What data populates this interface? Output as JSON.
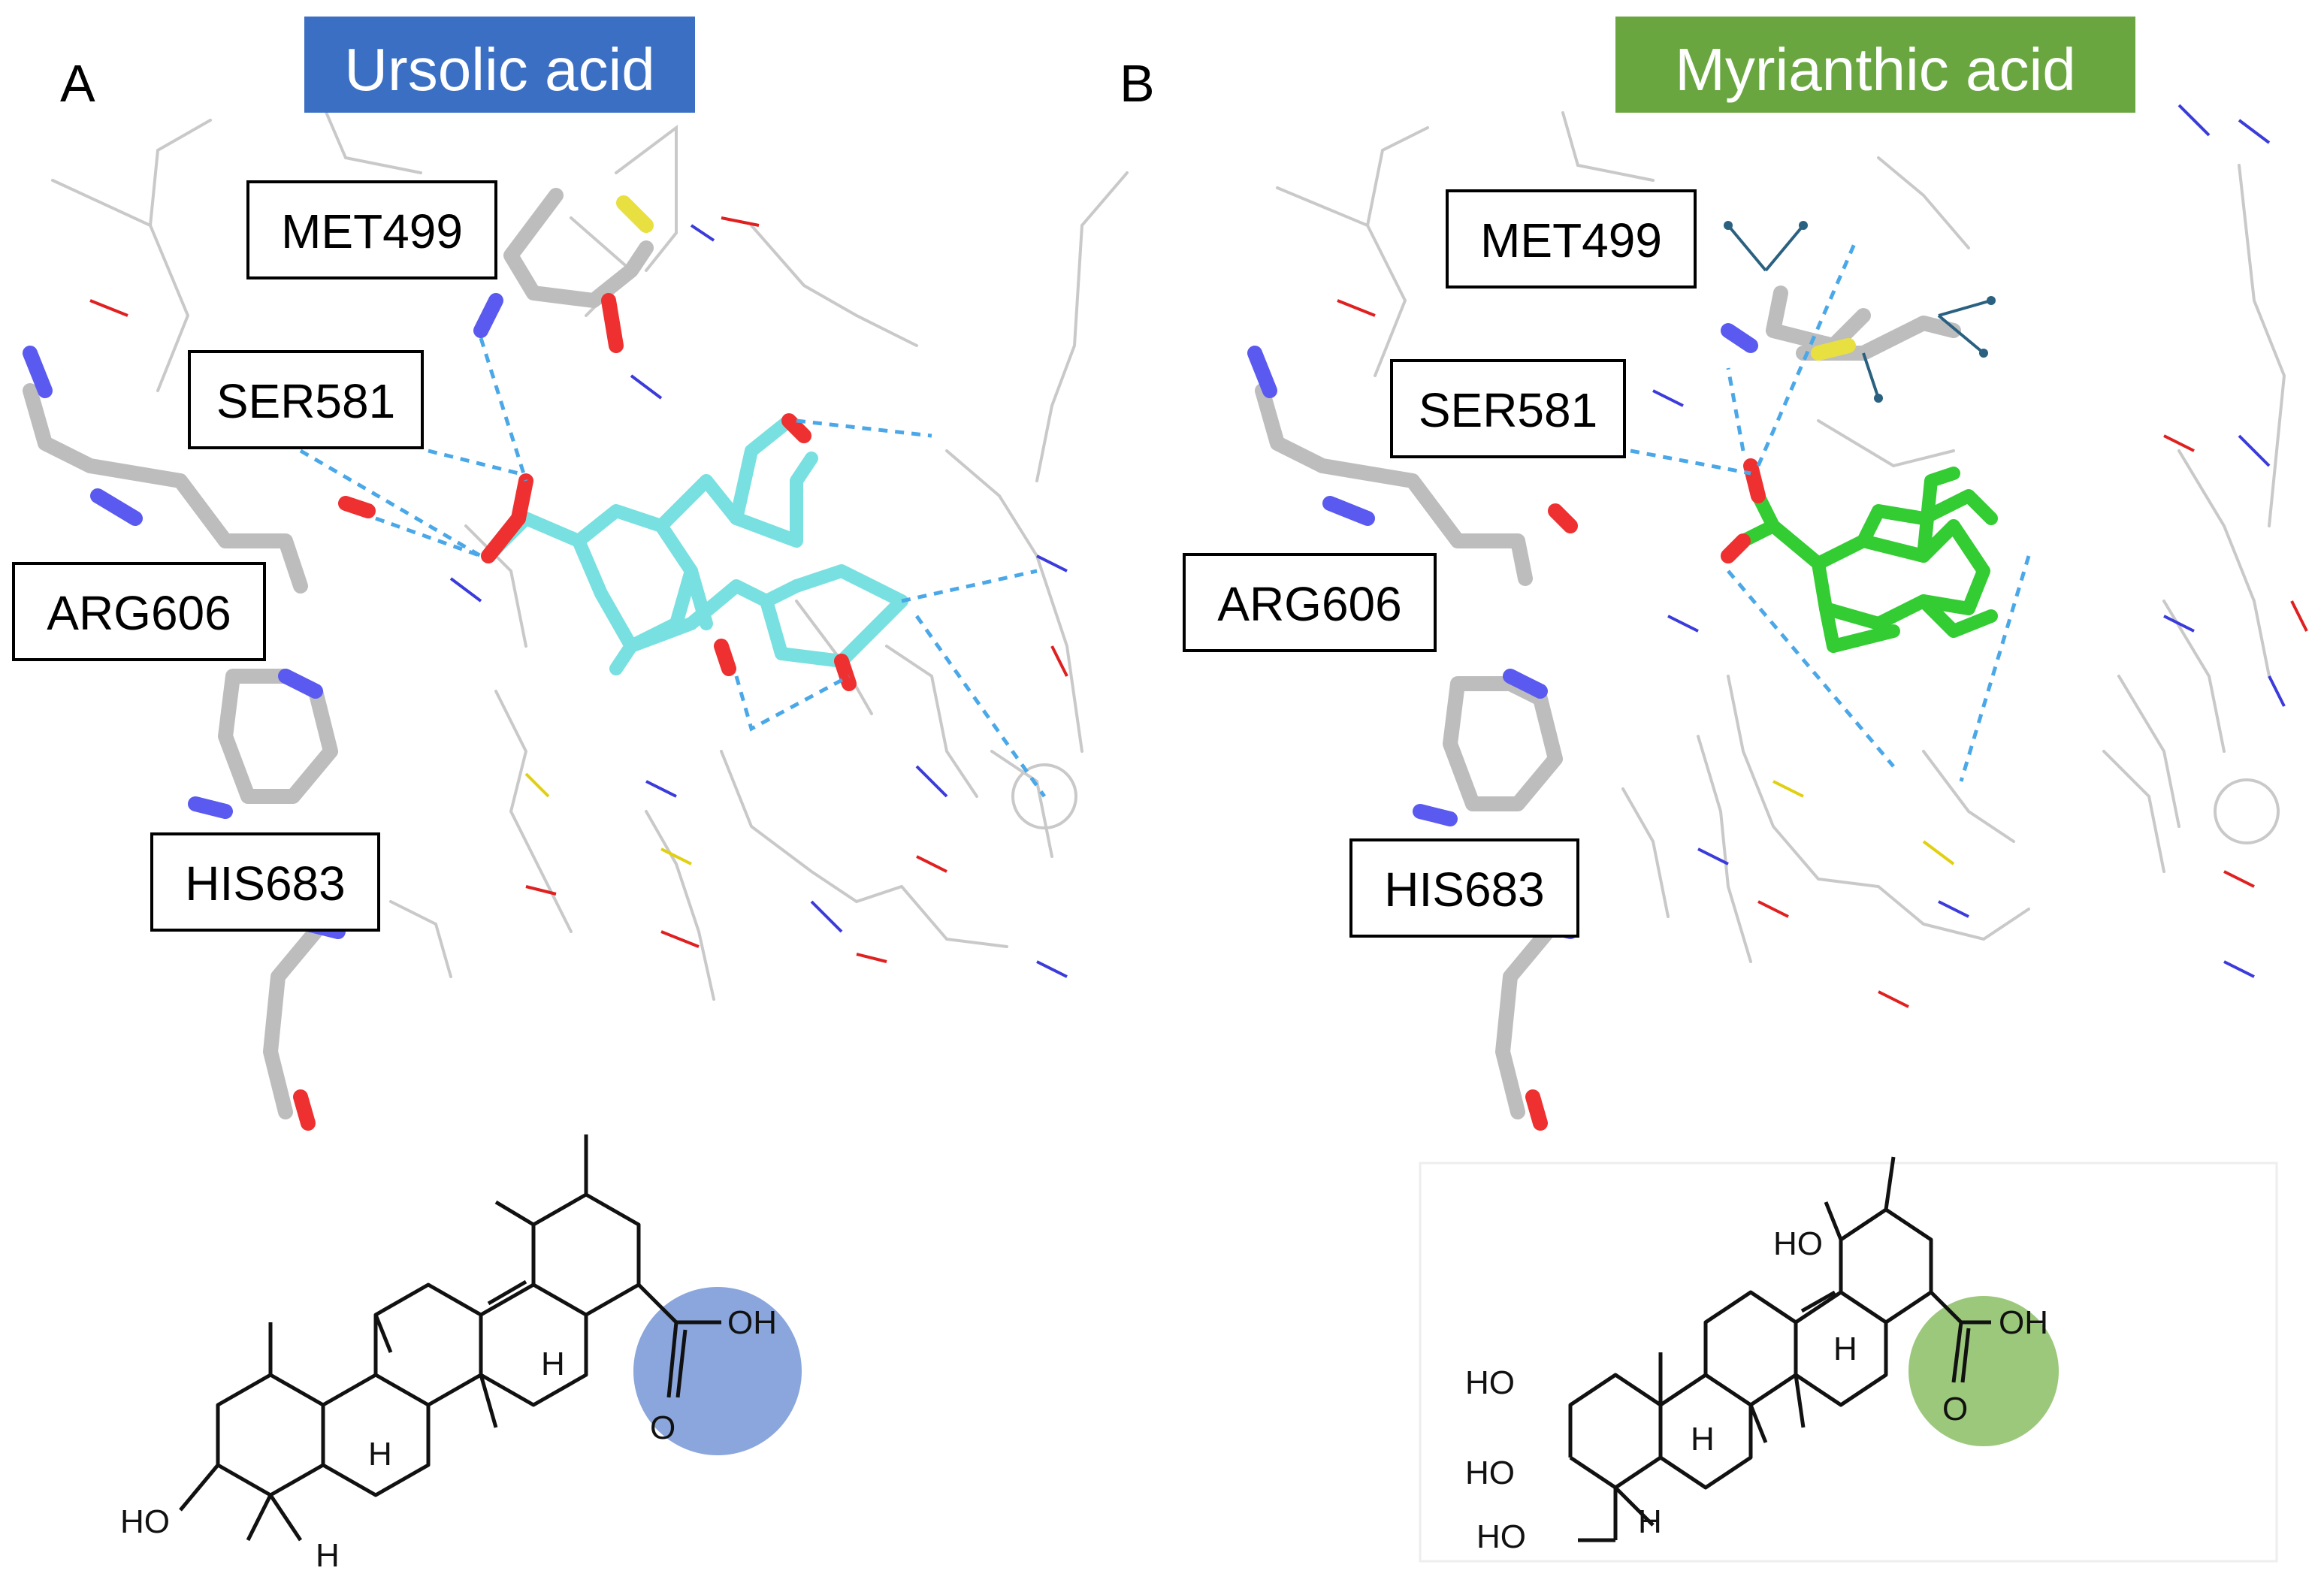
{
  "panels": [
    {
      "letter": "A",
      "title": "Ursolic acid",
      "title_color": "#3a6fc4",
      "ligand_color": "#78e0e0",
      "highlight_color": "#8aa6dc",
      "residues": [
        "MET499",
        "SER581",
        "ARG606",
        "HIS683"
      ],
      "atoms": {
        "oh_acid": "OH",
        "o_acid": "O",
        "h1": "H",
        "h2": "H",
        "h3": "H",
        "ho": "HO"
      }
    },
    {
      "letter": "B",
      "title": "Myrianthic acid",
      "title_color": "#6aa640",
      "ligand_color": "#33cc33",
      "highlight_color": "#9cc87c",
      "residues": [
        "MET499",
        "SER581",
        "ARG606",
        "HIS683"
      ],
      "atoms": {
        "oh_acid": "OH",
        "o_acid": "O",
        "ho_top": "HO",
        "h1": "H",
        "h2": "H",
        "h3": "H",
        "ho2": "HO",
        "ho3": "HO",
        "ho4": "HO"
      }
    }
  ]
}
